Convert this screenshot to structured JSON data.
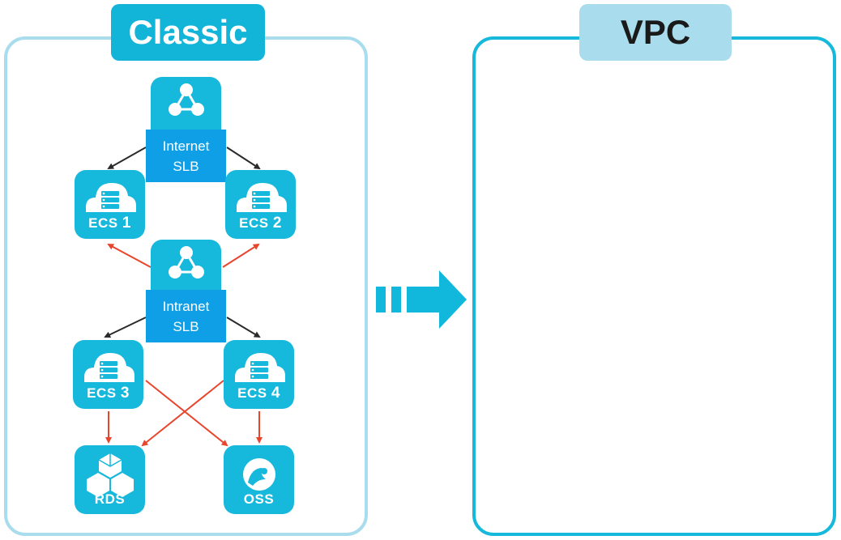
{
  "panels": {
    "classic": {
      "title": "Classic"
    },
    "vpc": {
      "title": "VPC"
    }
  },
  "nodes": {
    "internet_slb": {
      "line1": "Internet",
      "line2": "SLB",
      "icon": "network-hub-icon"
    },
    "intranet_slb": {
      "line1": "Intranet",
      "line2": "SLB",
      "icon": "network-hub-icon"
    },
    "ecs1": {
      "name": "ECS",
      "num": "1",
      "icon": "cloud-server-icon"
    },
    "ecs2": {
      "name": "ECS",
      "num": "2",
      "icon": "cloud-server-icon"
    },
    "ecs3": {
      "name": "ECS",
      "num": "3",
      "icon": "cloud-server-icon"
    },
    "ecs4": {
      "name": "ECS",
      "num": "4",
      "icon": "cloud-server-icon"
    },
    "rds": {
      "name": "RDS",
      "icon": "database-cubes-icon"
    },
    "oss": {
      "name": "OSS",
      "icon": "storage-swirl-icon"
    }
  },
  "colors": {
    "tile": "#16b8db",
    "slb_tag": "#0f9fe6",
    "classic_border": "#a9dded",
    "vpc_border": "#16b8db",
    "black_link": "#2b2b2b",
    "red_link": "#e8452c",
    "migration_arrow": "#12b8dc"
  }
}
